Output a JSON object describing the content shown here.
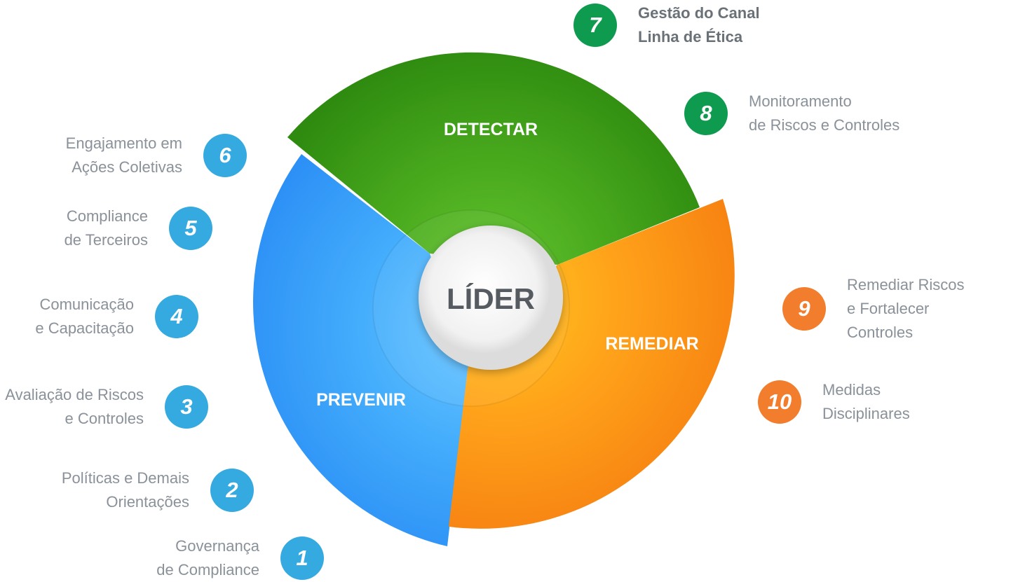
{
  "center": {
    "label": "LÍDER"
  },
  "segments": [
    {
      "key": "detectar",
      "label": "DETECTAR"
    },
    {
      "key": "prevenir",
      "label": "PREVENIR"
    },
    {
      "key": "remediar",
      "label": "REMEDIAR"
    }
  ],
  "items": [
    {
      "num": "1",
      "lines": [
        "Governança",
        "de Compliance"
      ]
    },
    {
      "num": "2",
      "lines": [
        "Políticas e Demais",
        "Orientações"
      ]
    },
    {
      "num": "3",
      "lines": [
        "Avaliação de Riscos",
        "e Controles"
      ]
    },
    {
      "num": "4",
      "lines": [
        "Comunicação",
        "e Capacitação"
      ]
    },
    {
      "num": "5",
      "lines": [
        "Compliance",
        "de Terceiros"
      ]
    },
    {
      "num": "6",
      "lines": [
        "Engajamento em",
        "Ações Coletivas"
      ]
    },
    {
      "num": "7",
      "lines": [
        "Gestão do Canal",
        "Linha de Ética"
      ]
    },
    {
      "num": "8",
      "lines": [
        "Monitoramento",
        "de Riscos e Controles"
      ]
    },
    {
      "num": "9",
      "lines": [
        "Remediar Riscos",
        "e Fortalecer",
        "Controles"
      ]
    },
    {
      "num": "10",
      "lines": [
        "Medidas",
        "Disciplinares"
      ]
    }
  ],
  "colors": {
    "blue": "#35aae0",
    "green": "#0f9b4f",
    "orange": "#f27d2c",
    "text": "#8a9199"
  }
}
